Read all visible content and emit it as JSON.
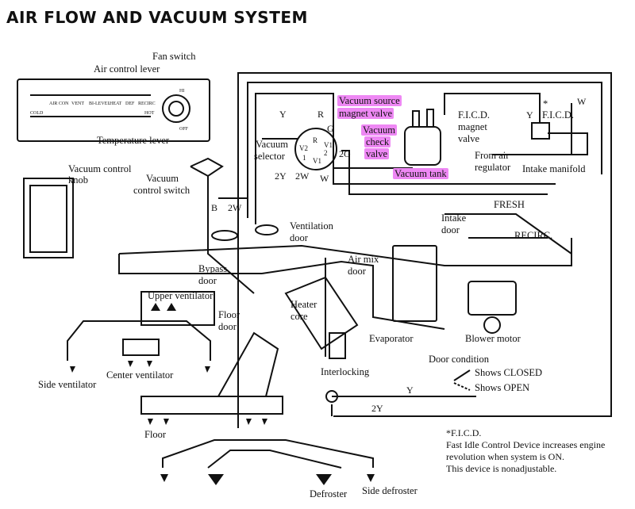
{
  "title": "AIR FLOW AND VACUUM SYSTEM",
  "highlight_color": "#ee88f4",
  "labels": {
    "fan_switch": "Fan switch",
    "air_control_lever": "Air control lever",
    "temperature_lever": "Temperature lever",
    "vacuum_control_knob_1": "Vacuum control",
    "vacuum_control_knob_2": "knob",
    "vacuum_control_switch_1": "Vacuum",
    "vacuum_control_switch_2": "control switch",
    "vacuum_selector_1": "Vacuum",
    "vacuum_selector_2": "selector",
    "vacuum_source_1": "Vacuum source",
    "vacuum_source_2": "magnet valve",
    "vacuum_check_1": "Vacuum",
    "vacuum_check_2": "check",
    "vacuum_check_3": "valve",
    "vacuum_tank": "Vacuum tank",
    "ficd_magnet_1": "F.I.C.D.",
    "ficd_magnet_2": "magnet",
    "ficd_magnet_3": "valve",
    "ficd_star": "*",
    "ficd_top": "F.I.C.D.",
    "from_air_1": "From air",
    "from_air_2": "regulator",
    "intake_manifold": "Intake manifold",
    "ventilation_door_1": "Ventilation",
    "ventilation_door_2": "door",
    "intake_door_1": "Intake",
    "intake_door_2": "door",
    "fresh": "FRESH",
    "recirc": "RECIRC.",
    "bypass_door_1": "Bypass",
    "bypass_door_2": "door",
    "air_mix_door_1": "Air mix",
    "air_mix_door_2": "door",
    "upper_ventilator": "Upper ventilator",
    "heater_core_1": "Heater",
    "heater_core_2": "core",
    "floor_door_1": "Floor",
    "floor_door_2": "door",
    "evaporator": "Evaporator",
    "blower_motor": "Blower motor",
    "door_condition": "Door condition",
    "shows_closed": "Shows CLOSED",
    "shows_open": "Shows OPEN",
    "interlocking": "Interlocking",
    "side_ventilator": "Side ventilator",
    "center_ventilator": "Center ventilator",
    "floor": "Floor",
    "defroster": "Defroster",
    "side_defroster": "Side defroster"
  },
  "wire_codes": {
    "y_top": "Y",
    "r": "R",
    "g": "G",
    "w_left": "W",
    "w_right": "W",
    "y_right": "Y",
    "two_g": "2G",
    "two_y": "2Y",
    "two_w": "2W",
    "b": "B",
    "two_w_lower": "2W",
    "y_lower": "Y",
    "two_y_lower": "2Y"
  },
  "panel_text": {
    "air_con": "AIR CON",
    "vent": "VENT",
    "bi_level": "BI-LEVEL",
    "heat": "HEAT",
    "def": "DEF",
    "recirc": "RECIRC",
    "cold": "COLD",
    "hot": "HOT",
    "off": "OFF",
    "hi": "HI"
  },
  "selector_ports": [
    "V2",
    "R",
    "V1",
    "2",
    "V1",
    "1"
  ],
  "footnote": {
    "line1": "*F.I.C.D.",
    "line2": "Fast Idle Control Device increases engine",
    "line3": "revolution when system is ON.",
    "line4": "This device is nonadjustable."
  }
}
